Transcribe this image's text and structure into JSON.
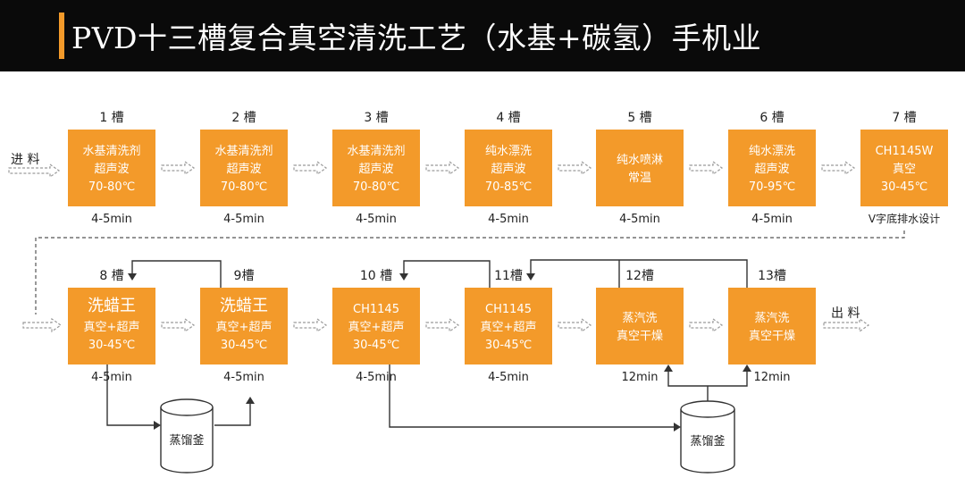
{
  "title": "PVD十三槽复合真空清洗工艺（水基+碳氢）手机业",
  "colors": {
    "box": "#f39a2a",
    "title_bg": "#0a0a0a",
    "title_accent": "#f39a2a"
  },
  "inlet_label": "进 料",
  "outlet_label": "出 料",
  "note_v_bottom": "V字底排水设计",
  "tank_label": "蒸馏釜",
  "tanks": [
    {
      "label": "1 槽",
      "lines": [
        "水基清洗剂",
        "超声波",
        "70-80℃"
      ],
      "time": "4-5min"
    },
    {
      "label": "2 槽",
      "lines": [
        "水基清洗剂",
        "超声波",
        "70-80℃"
      ],
      "time": "4-5min"
    },
    {
      "label": "3 槽",
      "lines": [
        "水基清洗剂",
        "超声波",
        "70-80℃"
      ],
      "time": "4-5min"
    },
    {
      "label": "4 槽",
      "lines": [
        "纯水漂洗",
        "超声波",
        "70-85℃"
      ],
      "time": "4-5min"
    },
    {
      "label": "5 槽",
      "lines": [
        "纯水喷淋",
        "常温"
      ],
      "time": "4-5min"
    },
    {
      "label": "6 槽",
      "lines": [
        "纯水漂洗",
        "超声波",
        "70-95℃"
      ],
      "time": "4-5min"
    },
    {
      "label": "7 槽",
      "lines": [
        "CH1145W",
        "真空",
        "30-45℃"
      ],
      "time": ""
    },
    {
      "label": "8 槽",
      "lines": [
        "洗蜡王",
        "真空+超声",
        "30-45℃"
      ],
      "time": "4-5min"
    },
    {
      "label": "9槽",
      "lines": [
        "洗蜡王",
        "真空+超声",
        "30-45℃"
      ],
      "time": "4-5min"
    },
    {
      "label": "10 槽",
      "lines": [
        "CH1145",
        "真空+超声",
        "30-45℃"
      ],
      "time": "4-5min"
    },
    {
      "label": "11槽",
      "lines": [
        "CH1145",
        "真空+超声",
        "30-45℃"
      ],
      "time": "4-5min"
    },
    {
      "label": "12槽",
      "lines": [
        "蒸汽洗",
        "真空干燥"
      ],
      "time": "12min"
    },
    {
      "label": "13槽",
      "lines": [
        "蒸汽洗",
        "真空干燥"
      ],
      "time": "12min"
    }
  ]
}
